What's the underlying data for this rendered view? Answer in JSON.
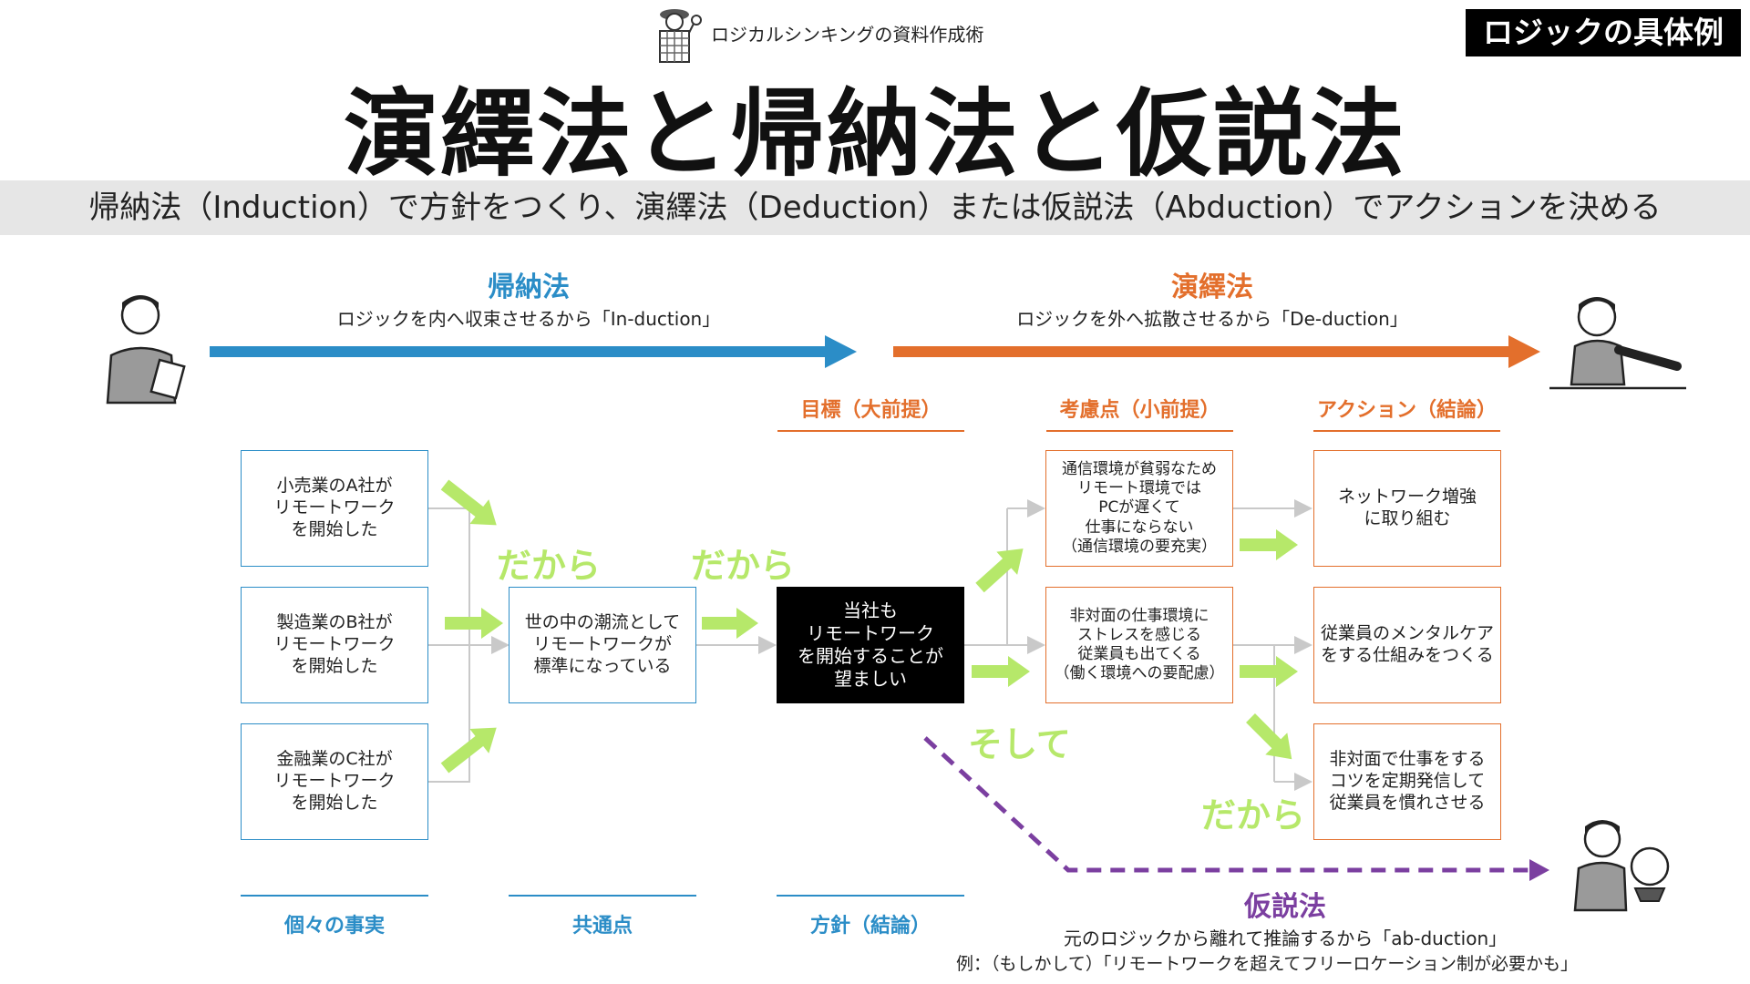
{
  "header": {
    "brand": "ロジカルシンキングの資料作成術",
    "badge": "ロジックの具体例",
    "title": "演繹法と帰納法と仮説法",
    "subtitle": "帰納法（Induction）で方針をつくり、演繹法（Deduction）または仮説法（Abduction）でアクションを決める"
  },
  "induction": {
    "title": "帰納法",
    "desc": "ロジックを内へ収束させるから「In-duction」"
  },
  "deduction": {
    "title": "演繹法",
    "desc": "ロジックを外へ拡散させるから「De-duction」"
  },
  "abduction": {
    "title": "仮説法",
    "desc": "元のロジックから離れて推論するから「ab-duction」",
    "example": "例：（もしかして）「リモートワークを超えてフリーロケーション制が必要かも」"
  },
  "columns": {
    "goal": "目標（大前提）",
    "consideration": "考慮点（小前提）",
    "action": "アクション（結論）"
  },
  "footers": {
    "facts": "個々の事実",
    "common": "共通点",
    "policy": "方針（結論）"
  },
  "facts": [
    "小売業のA社が\nリモートワーク\nを開始した",
    "製造業のB社が\nリモートワーク\nを開始した",
    "金融業のC社が\nリモートワーク\nを開始した"
  ],
  "common": "世の中の潮流として\nリモートワークが\n標準になっている",
  "policy": "当社も\nリモートワーク\nを開始することが\n望ましい",
  "considerations": [
    "通信環境が貧弱なため\nリモート環境では\nPCが遅くて\n仕事にならない\n（通信環境の要充実）",
    "非対面の仕事環境に\nストレスを感じる\n従業員も出てくる\n（働く環境への要配慮）"
  ],
  "actions": [
    "ネットワーク増強\nに取り組む",
    "従業員のメンタルケア\nをする仕組みをつくる",
    "非対面で仕事をする\nコツを定期発信して\n従業員を慣れさせる"
  ],
  "keywords": {
    "dakara": "だから",
    "soshite": "そして"
  },
  "colors": {
    "blue": "#2b8dc7",
    "orange": "#e36f2c",
    "green": "#b6e86a",
    "purple": "#7b3fa0"
  }
}
